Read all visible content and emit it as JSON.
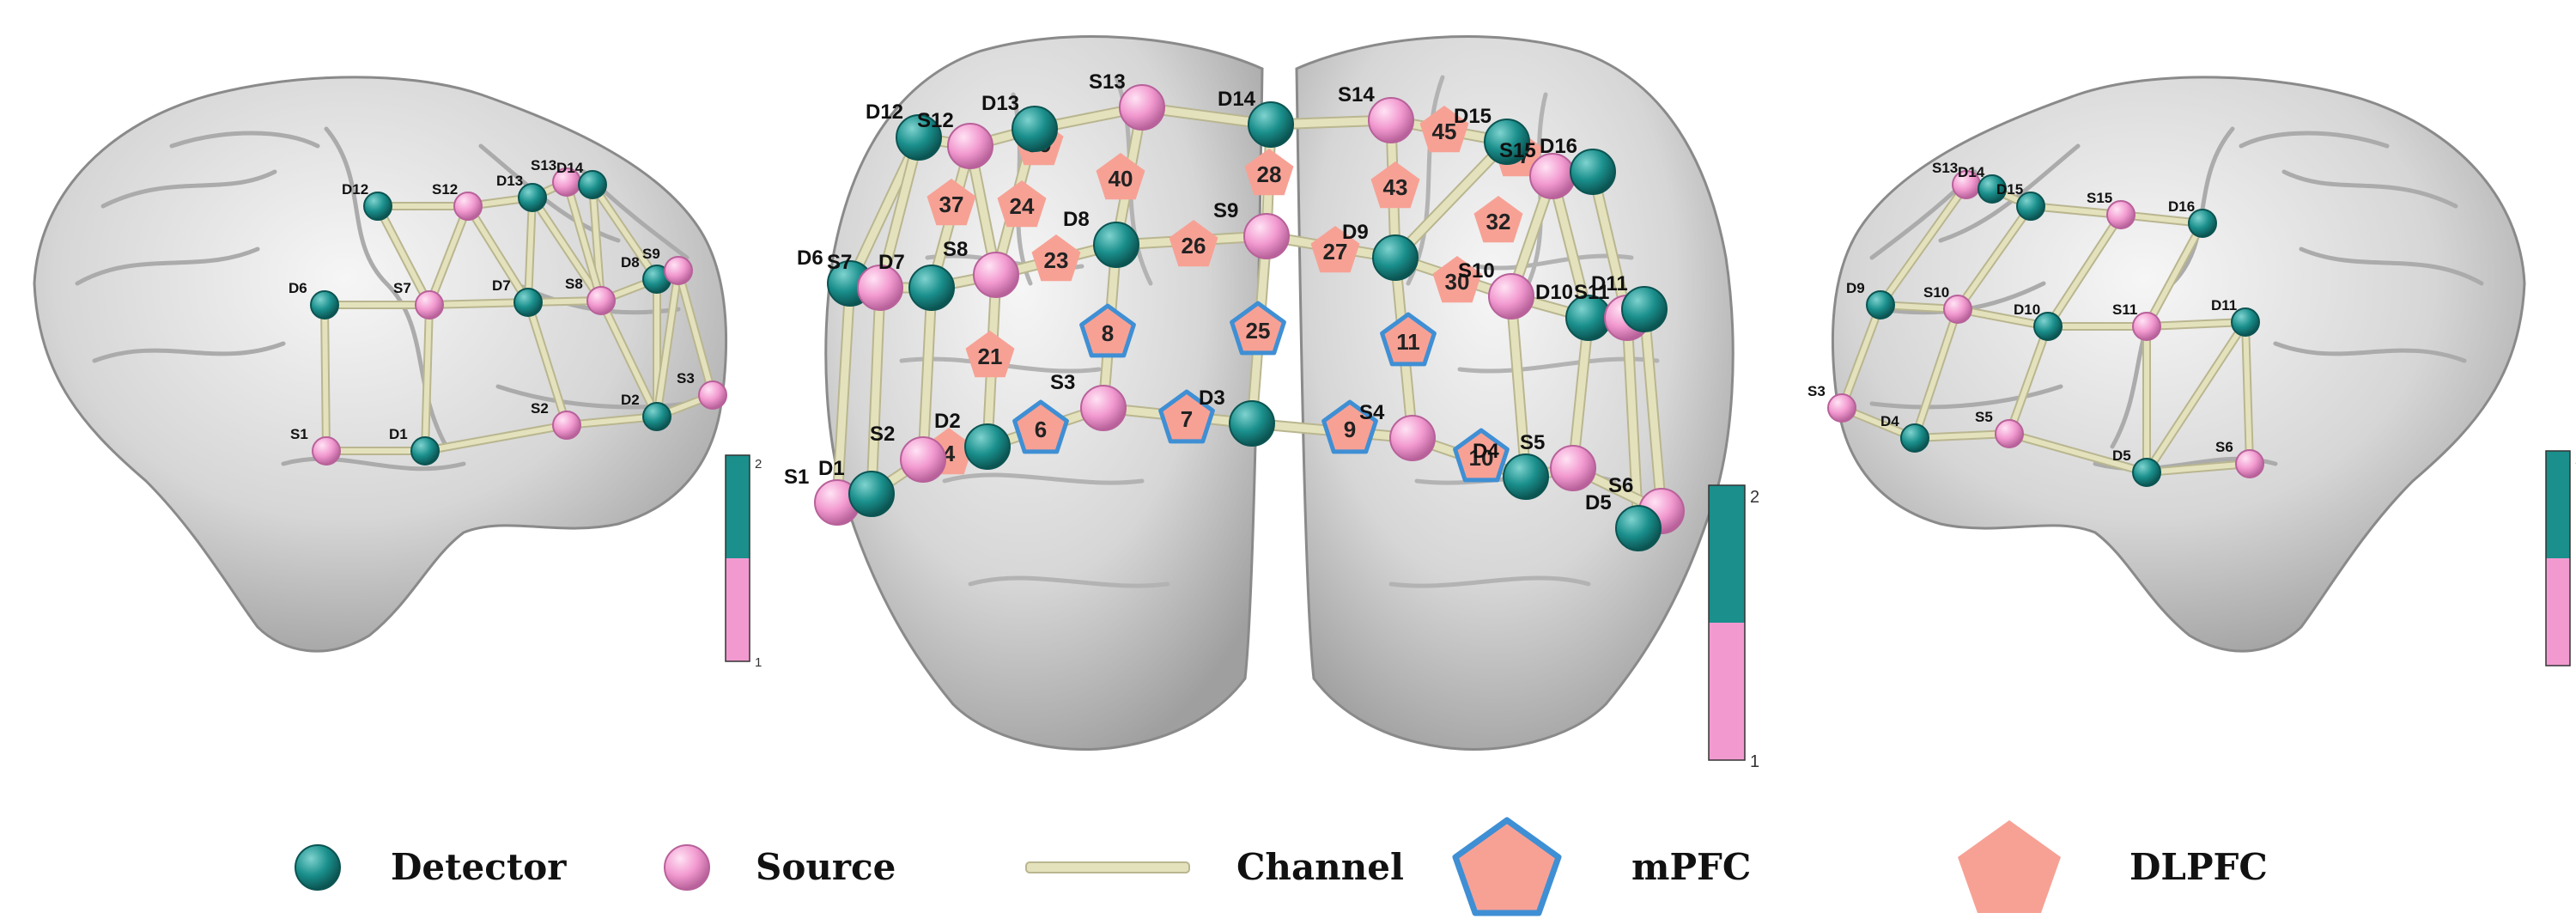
{
  "colors": {
    "detector": "#1a8f8c",
    "source": "#f29ad0",
    "channel": "#e4e2bd",
    "channel_edge": "#b9b690",
    "pentagon_fill": "#f7a195",
    "mpfc_border": "#3f8fd4",
    "brain": "#d9d9d9",
    "colorbar_top": "#1a8f8c",
    "colorbar_bottom": "#f29ad0"
  },
  "legend": {
    "detector": "Detector",
    "source": "Source",
    "channel": "Channel",
    "mpfc": "mPFC",
    "dlpfc": "DLPFC"
  },
  "colorbars": {
    "max_label": "2",
    "min_label": "1"
  },
  "views": {
    "left": {
      "nodes": [
        {
          "label": "D12",
          "type": "detector"
        },
        {
          "label": "S12",
          "type": "source"
        },
        {
          "label": "D13",
          "type": "detector"
        },
        {
          "label": "S13",
          "type": "source"
        },
        {
          "label": "D14",
          "type": "detector"
        },
        {
          "label": "D6",
          "type": "detector"
        },
        {
          "label": "S7",
          "type": "source"
        },
        {
          "label": "D7",
          "type": "detector"
        },
        {
          "label": "S8",
          "type": "source"
        },
        {
          "label": "D8",
          "type": "detector"
        },
        {
          "label": "S9",
          "type": "source"
        },
        {
          "label": "S1",
          "type": "source"
        },
        {
          "label": "D1",
          "type": "detector"
        },
        {
          "label": "S2",
          "type": "source"
        },
        {
          "label": "D2",
          "type": "detector"
        },
        {
          "label": "S3",
          "type": "source"
        }
      ]
    },
    "front": {
      "nodes": [
        {
          "label": "D12",
          "type": "detector"
        },
        {
          "label": "S12",
          "type": "source"
        },
        {
          "label": "D13",
          "type": "detector"
        },
        {
          "label": "S13",
          "type": "source"
        },
        {
          "label": "D14",
          "type": "detector"
        },
        {
          "label": "S14",
          "type": "source"
        },
        {
          "label": "D15",
          "type": "detector"
        },
        {
          "label": "S15",
          "type": "source"
        },
        {
          "label": "D16",
          "type": "detector"
        },
        {
          "label": "D6",
          "type": "detector"
        },
        {
          "label": "S7",
          "type": "source"
        },
        {
          "label": "D7",
          "type": "detector"
        },
        {
          "label": "S8",
          "type": "source"
        },
        {
          "label": "D8",
          "type": "detector"
        },
        {
          "label": "S9",
          "type": "source"
        },
        {
          "label": "D9",
          "type": "detector"
        },
        {
          "label": "S10",
          "type": "source"
        },
        {
          "label": "D10",
          "type": "detector"
        },
        {
          "label": "S11",
          "type": "source"
        },
        {
          "label": "D11",
          "type": "detector"
        },
        {
          "label": "S1",
          "type": "source"
        },
        {
          "label": "D1",
          "type": "detector"
        },
        {
          "label": "S2",
          "type": "source"
        },
        {
          "label": "D2",
          "type": "detector"
        },
        {
          "label": "S3",
          "type": "source"
        },
        {
          "label": "D3",
          "type": "detector"
        },
        {
          "label": "S4",
          "type": "source"
        },
        {
          "label": "D4",
          "type": "detector"
        },
        {
          "label": "S5",
          "type": "source"
        },
        {
          "label": "S6",
          "type": "source"
        },
        {
          "label": "D5",
          "type": "detector"
        }
      ],
      "channels": [
        {
          "label": "39",
          "region": "DLPFC"
        },
        {
          "label": "40",
          "region": "DLPFC"
        },
        {
          "label": "28",
          "region": "DLPFC"
        },
        {
          "label": "45",
          "region": "DLPFC"
        },
        {
          "label": "47",
          "region": "DLPFC"
        },
        {
          "label": "37",
          "region": "DLPFC"
        },
        {
          "label": "24",
          "region": "DLPFC"
        },
        {
          "label": "43",
          "region": "DLPFC"
        },
        {
          "label": "32",
          "region": "DLPFC"
        },
        {
          "label": "23",
          "region": "DLPFC"
        },
        {
          "label": "26",
          "region": "DLPFC"
        },
        {
          "label": "27",
          "region": "DLPFC"
        },
        {
          "label": "30",
          "region": "DLPFC"
        },
        {
          "label": "21",
          "region": "DLPFC"
        },
        {
          "label": "4",
          "region": "DLPFC"
        },
        {
          "label": "8",
          "region": "mPFC"
        },
        {
          "label": "25",
          "region": "mPFC"
        },
        {
          "label": "11",
          "region": "mPFC"
        },
        {
          "label": "6",
          "region": "mPFC"
        },
        {
          "label": "7",
          "region": "mPFC"
        },
        {
          "label": "9",
          "region": "mPFC"
        },
        {
          "label": "10",
          "region": "mPFC"
        }
      ]
    },
    "right": {
      "nodes": [
        {
          "label": "S13",
          "type": "source"
        },
        {
          "label": "D14",
          "type": "detector"
        },
        {
          "label": "D15",
          "type": "detector"
        },
        {
          "label": "S15",
          "type": "source"
        },
        {
          "label": "D16",
          "type": "detector"
        },
        {
          "label": "D9",
          "type": "detector"
        },
        {
          "label": "S10",
          "type": "source"
        },
        {
          "label": "D10",
          "type": "detector"
        },
        {
          "label": "S11",
          "type": "source"
        },
        {
          "label": "D11",
          "type": "detector"
        },
        {
          "label": "S3",
          "type": "source"
        },
        {
          "label": "D4",
          "type": "detector"
        },
        {
          "label": "S5",
          "type": "source"
        },
        {
          "label": "D5",
          "type": "detector"
        },
        {
          "label": "S6",
          "type": "source"
        }
      ]
    }
  }
}
